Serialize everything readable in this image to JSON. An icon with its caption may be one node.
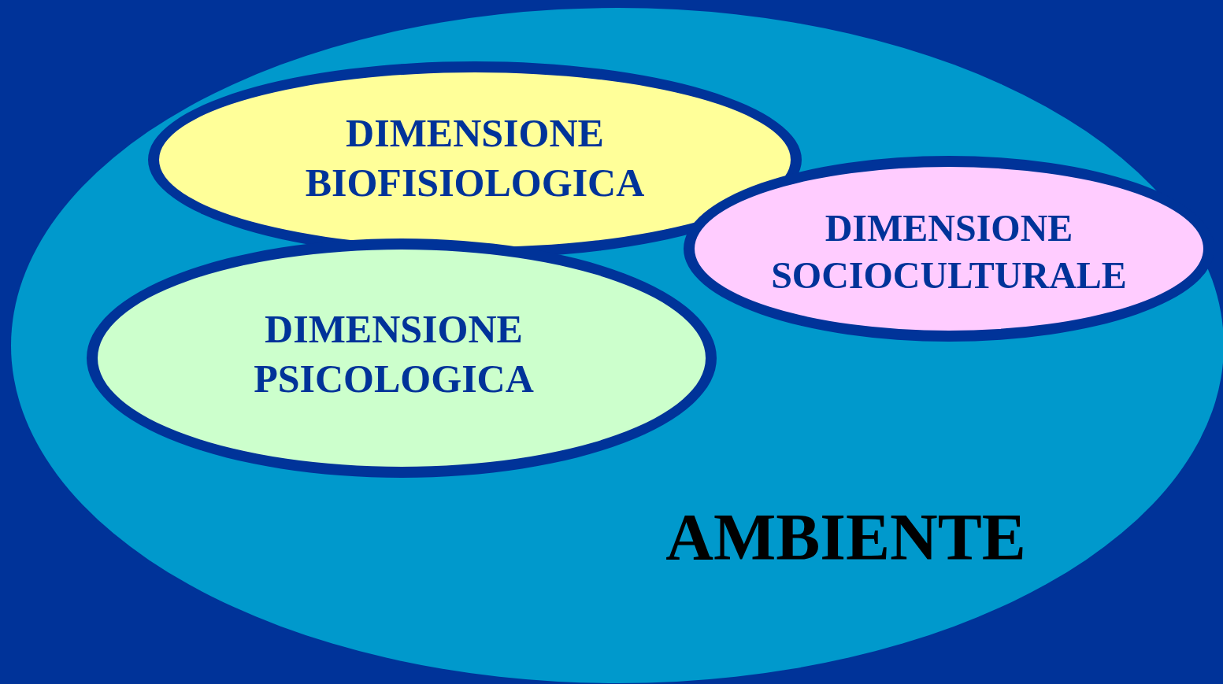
{
  "diagram": {
    "nodes": [
      {
        "text": [
          "AMBIENTE"
        ]
      },
      {
        "text": [
          "DIMENSIONE BIOFISIOLOGICA"
        ],
        "in": 0
      },
      {
        "text": [
          "DIMENSIONE SOCIOCULTURALE"
        ],
        "in": 0
      },
      {
        "text": [
          "DIMENSIONE PSICOLOGICA"
        ],
        "in": 0
      }
    ]
  }
}
